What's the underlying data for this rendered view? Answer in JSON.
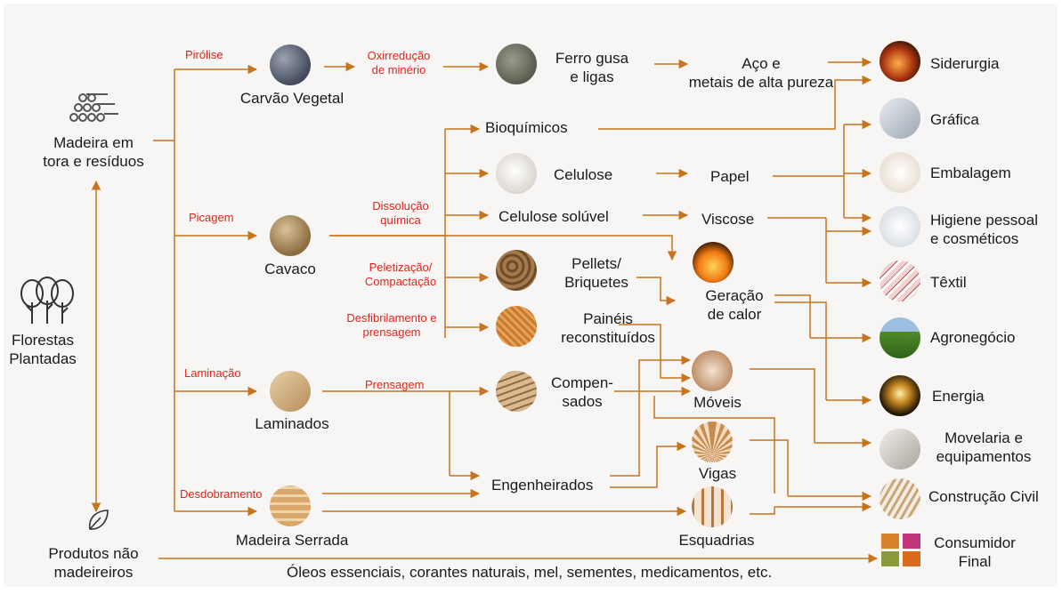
{
  "sources": {
    "forest": [
      "Florestas",
      "Plantadas"
    ],
    "wood": [
      "Madeira em",
      "tora e resíduos"
    ],
    "non_wood": [
      "Produtos não",
      "madeireiros"
    ]
  },
  "processes": {
    "pirolise": "Pirólise",
    "picagem": "Picagem",
    "laminacao": "Laminação",
    "desdobramento": "Desdobramento",
    "oxirreducao": [
      "Oxirredução",
      "de minério"
    ],
    "dissolucao": [
      "Dissolução",
      "química"
    ],
    "peletizacao": [
      "Peletização/",
      "Compactação"
    ],
    "desfibrilamento": [
      "Desfibrilamento e",
      "prensagem"
    ],
    "prensagem": "Prensagem"
  },
  "primary": {
    "carvao": "Carvão Vegetal",
    "cavaco": "Cavaco",
    "laminados": "Laminados",
    "serrada": "Madeira Serrada"
  },
  "products": {
    "ferro": [
      "Ferro gusa",
      "e ligas"
    ],
    "aco": [
      "Aço e",
      "metais de alta pureza"
    ],
    "bioquimicos": "Bioquímicos",
    "celulose": "Celulose",
    "papel": "Papel",
    "celulose_soluvel": "Celulose solúvel",
    "viscose": "Viscose",
    "pellets": [
      "Pellets/",
      "Briquetes"
    ],
    "calor": [
      "Geração",
      "de calor"
    ],
    "paineis": [
      "Painéis",
      "reconstituídos"
    ],
    "compensados": [
      "Compen-",
      "sados"
    ],
    "moveis": "Móveis",
    "engenheirados": "Engenheirados",
    "vigas": "Vigas",
    "esquadrias": "Esquadrias"
  },
  "markets": {
    "siderurgia": "Siderurgia",
    "grafica": "Gráfica",
    "embalagem": "Embalagem",
    "higiene": [
      "Higiene pessoal",
      "e cosméticos"
    ],
    "textil": "Têxtil",
    "agronegocio": "Agronegócio",
    "energia": "Energia",
    "movelaria": [
      "Movelaria e",
      "equipamentos"
    ],
    "construcao": "Construção Civil",
    "consumidor": [
      "Consumidor",
      "Final"
    ]
  },
  "footer_text": "Óleos essenciais, corantes naturais, mel, sementes, medicamentos, etc.",
  "colors": {
    "arrow": "#c8741c",
    "process_label": "#e3231b",
    "text": "#1a1a1a",
    "background": "#f7f6f4"
  }
}
